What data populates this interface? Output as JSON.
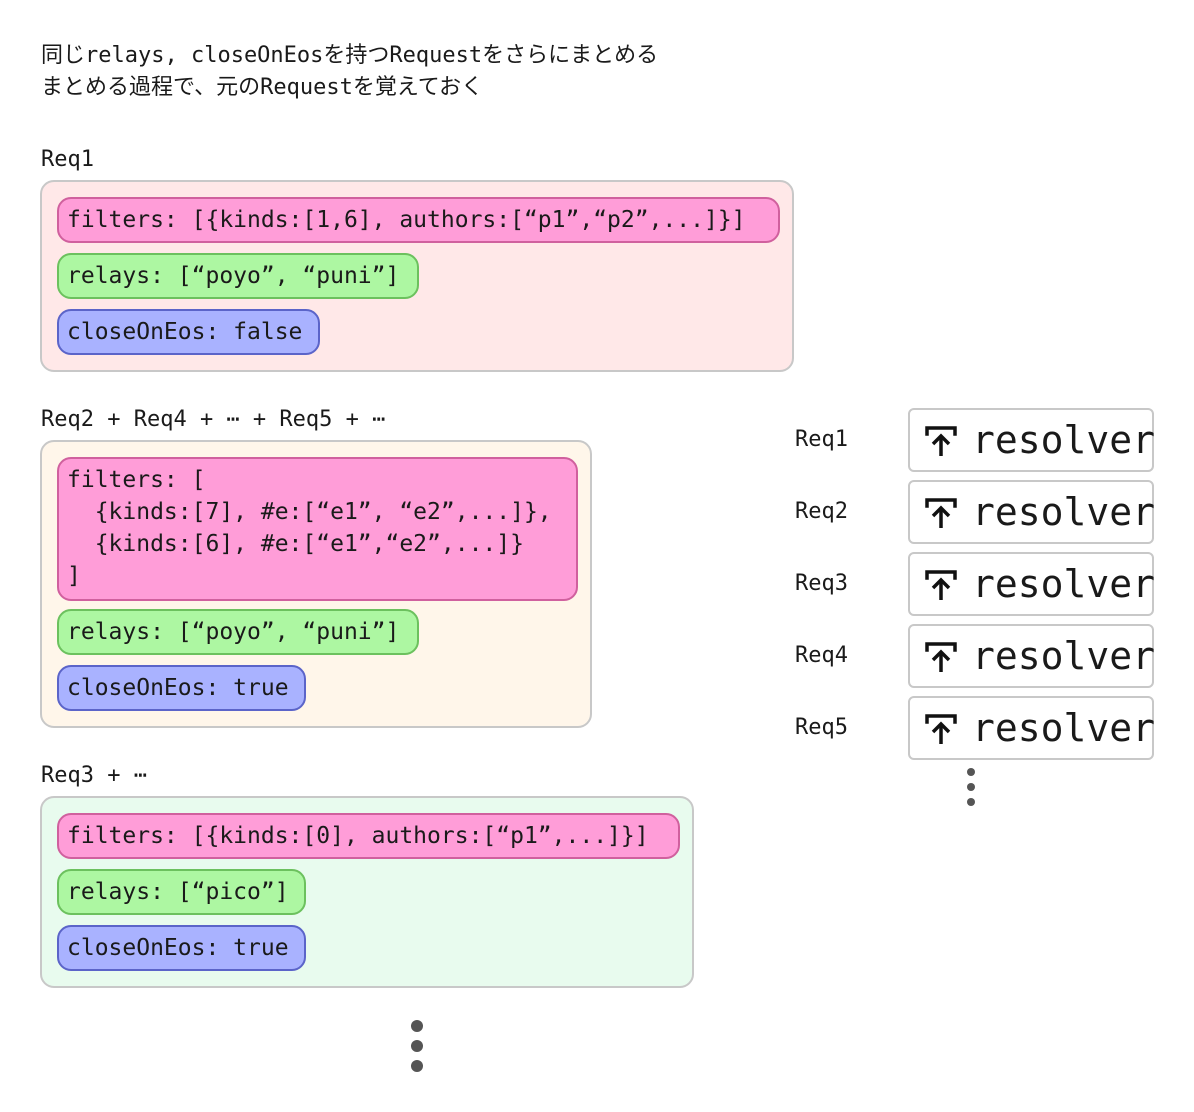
{
  "intro": {
    "line1": "同じrelays, closeOnEosを持つRequestをさらにまとめる",
    "line2": "まとめる過程で、元のRequestを覚えておく"
  },
  "groups": [
    {
      "label": "Req1",
      "filters": "filters: [{kinds:[1,6], authors:[“p1”,“p2”,...]}]",
      "relays": "relays: [“poyo”, “puni”]",
      "close": "closeOnEos: false"
    },
    {
      "label": "Req2 + Req4 + ⋯ + Req5 + ⋯",
      "filters": "filters: [\n  {kinds:[7], #e:[“e1”, “e2”,...]},\n  {kinds:[6], #e:[“e1”,“e2”,...]}\n]",
      "relays": "relays: [“poyo”, “puni”]",
      "close": "closeOnEos: true"
    },
    {
      "label": "Req3 + ⋯",
      "filters": "filters: [{kinds:[0], authors:[“p1”,...]}]",
      "relays": "relays: [“pico”]",
      "close": "closeOnEos: true"
    }
  ],
  "resolvers": [
    {
      "label": "Req1",
      "text": "resolver"
    },
    {
      "label": "Req2",
      "text": "resolver"
    },
    {
      "label": "Req3",
      "text": "resolver"
    },
    {
      "label": "Req4",
      "text": "resolver"
    },
    {
      "label": "Req5",
      "text": "resolver"
    }
  ],
  "colors": {
    "group1_bg": "#ffe8e8",
    "group2_bg": "#fff6ea",
    "group3_bg": "#e8fbee",
    "filters_bg": "#ff9dd8",
    "relays_bg": "#adf7a2",
    "close_bg": "#a9b2ff"
  },
  "icons": {
    "resolver": "upload-arrow-icon",
    "continuation": "vertical-ellipsis-icon"
  }
}
